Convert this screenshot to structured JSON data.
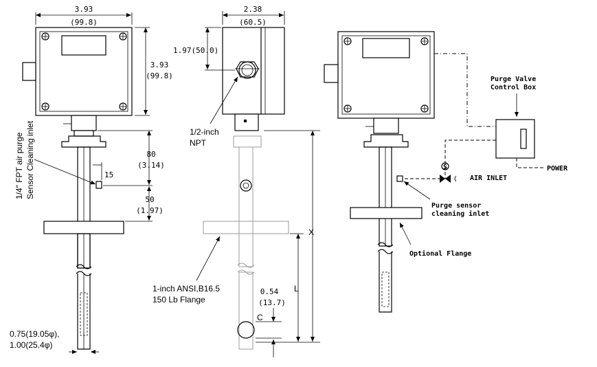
{
  "left_view": {
    "width_in": "3.93",
    "width_mm": "(99.8)",
    "height_in": "3.93",
    "height_mm": "(99.8)",
    "dim_80": "80",
    "dim_80_in": "(3.14)",
    "dim_15": "15",
    "dim_50": "50",
    "dim_50_in": "(1.97)",
    "purge_label_line1": "1/4\" FPT air purge",
    "purge_label_line2": "Sensor Cleaning inlet",
    "diameter_line1": "0.75(19.05φ),",
    "diameter_line2": "1.00(25.4φ)"
  },
  "middle_view": {
    "width_in": "2.38",
    "width_mm": "(60.5)",
    "height_label": "1.97(50.0)",
    "npt_line1": "1/2-inch",
    "npt_line2": "NPT",
    "flange_line1": "1-inch ANSI,B16.5",
    "flange_line2": "150 Lb Flange",
    "dim_054": "0.54",
    "dim_054_mm": "(13.7)",
    "cl_symbol": "C",
    "dim_x": "X",
    "dim_l": "L"
  },
  "right_view": {
    "purge_box_line1": "Purge Valve",
    "purge_box_line2": "Control Box",
    "power": "POWER",
    "air_inlet": "AIR INLET",
    "solenoid": "S",
    "purge_sensor_line1": "Purge sensor",
    "purge_sensor_line2": "cleaning inlet",
    "optional_flange": "Optional Flange"
  }
}
